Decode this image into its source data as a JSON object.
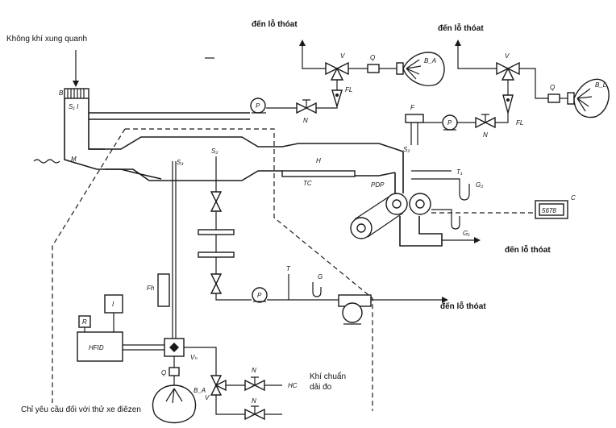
{
  "labels": {
    "ambient_air": "Không khí   xung quanh",
    "to_exhaust_1": "đến lỗ thóat",
    "to_exhaust_2": "đến lỗ thóat",
    "to_exhaust_3": "đến lỗ thóat",
    "to_exhaust_4": "đến lỗ thóat",
    "calibration_gas": "Khí chuẩn",
    "range_gas": "dải đo",
    "diesel_note": "Chỉ yêu cầu đối với thử xe điêzen",
    "counter_display": "5678"
  },
  "components": {
    "S1": "S₁ I",
    "B": "B",
    "M": "M",
    "S3": "S₃",
    "S2_top": "S₂",
    "S2_right": "S₂",
    "H": "H",
    "TC": "TC",
    "PDP": "PDP",
    "T1": "T₁",
    "G1": "G₁",
    "G2": "G₂",
    "C": "C",
    "F": "F",
    "FL1": "FL",
    "FL2": "FL",
    "V1": "V",
    "V2": "V",
    "Q1": "Q",
    "Q2": "Q",
    "BA1": "B_A",
    "BL": "B_L",
    "N1": "N",
    "N2": "N",
    "P1": "P",
    "P2": "P",
    "P3": "P",
    "T": "T",
    "G": "G",
    "Fh": "Fh",
    "R": "R",
    "I": "I",
    "HFID": "HFID",
    "Vh": "Vₕ",
    "Q3": "Q",
    "BA2": "B_A",
    "N3": "N",
    "N4": "N",
    "V3": "V",
    "HC": "HC"
  }
}
